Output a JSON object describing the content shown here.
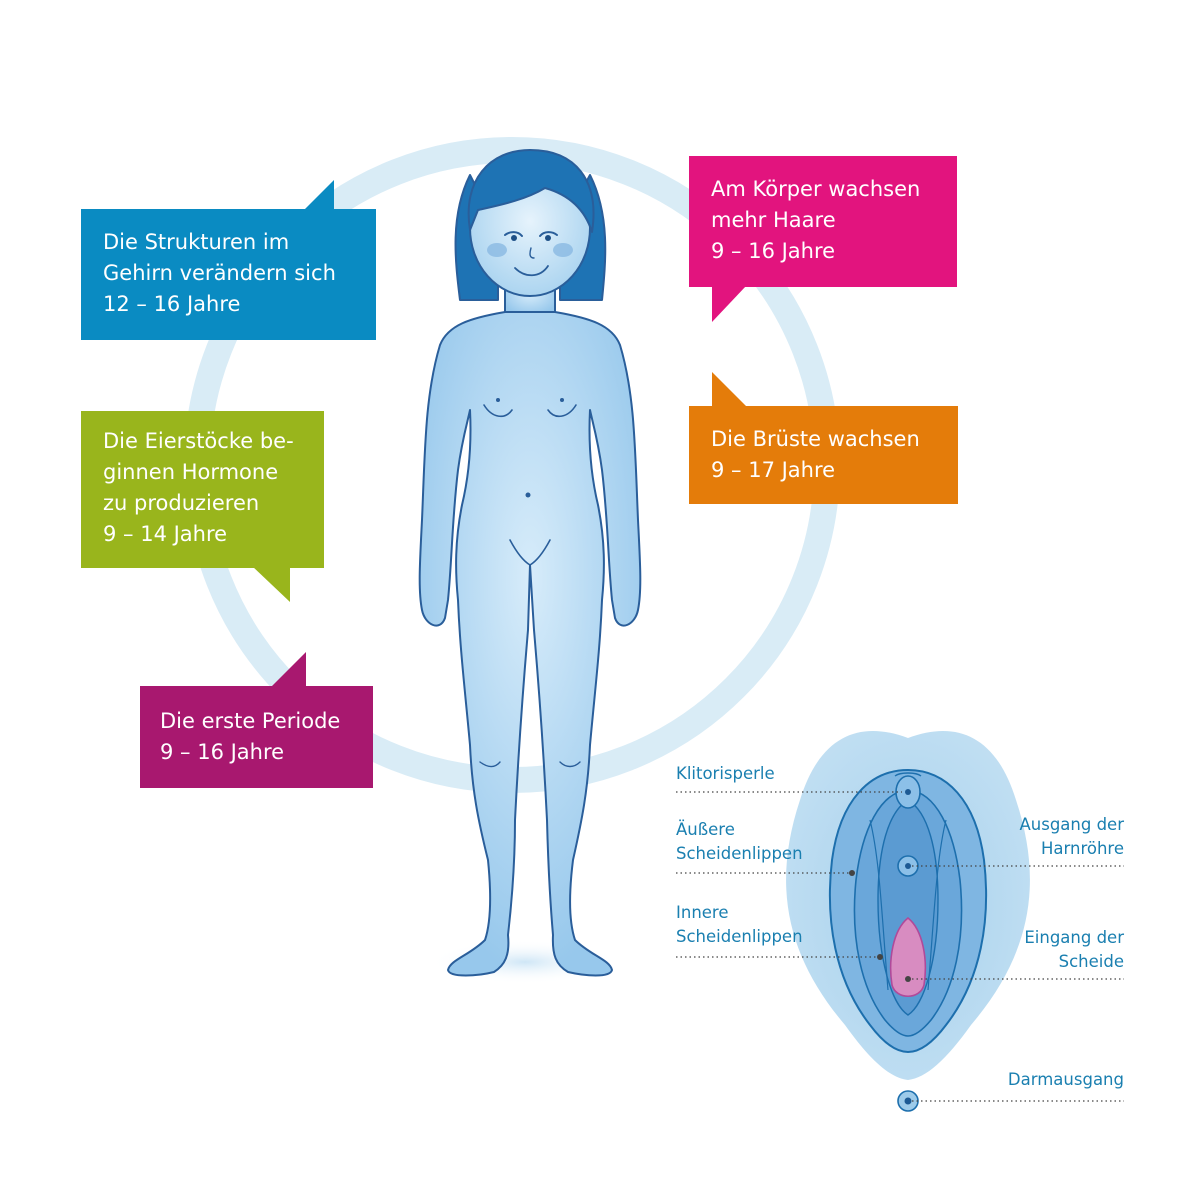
{
  "bubbles": {
    "brain": {
      "lines": [
        "Die Strukturen im",
        "Gehirn verändern sich",
        "12 – 16 Jahre"
      ],
      "color": "#0a8bc2"
    },
    "hair": {
      "lines": [
        "Am Körper wachsen",
        "mehr Haare",
        "9 – 16 Jahre"
      ],
      "color": "#e2147e"
    },
    "ovaries": {
      "lines": [
        "Die Eierstöcke be-",
        "ginnen Hormone",
        "zu produzieren",
        "9 – 14 Jahre"
      ],
      "color": "#99b51c"
    },
    "breasts": {
      "lines": [
        "Die Brüste wachsen",
        "9 – 17 Jahre"
      ],
      "color": "#e47c0a"
    },
    "period": {
      "lines": [
        "Die erste Periode",
        "9 – 16 Jahre"
      ],
      "color": "#a8186f"
    }
  },
  "labels": {
    "klitorisperle": "Klitorisperle",
    "aeussere": [
      "Äußere",
      "Scheidenlippen"
    ],
    "innere": [
      "Innere",
      "Scheidenlippen"
    ],
    "harnroehre": [
      "Ausgang der",
      "Harnröhre"
    ],
    "scheide": [
      "Eingang der",
      "Scheide"
    ],
    "darmausgang": "Darmausgang"
  },
  "colors": {
    "label_text": "#1a7fb0",
    "body_fill": "#a9d3ef",
    "body_outline": "#2a5e9a",
    "circle": "#d9ecf6",
    "hair": "#1e73b4"
  }
}
